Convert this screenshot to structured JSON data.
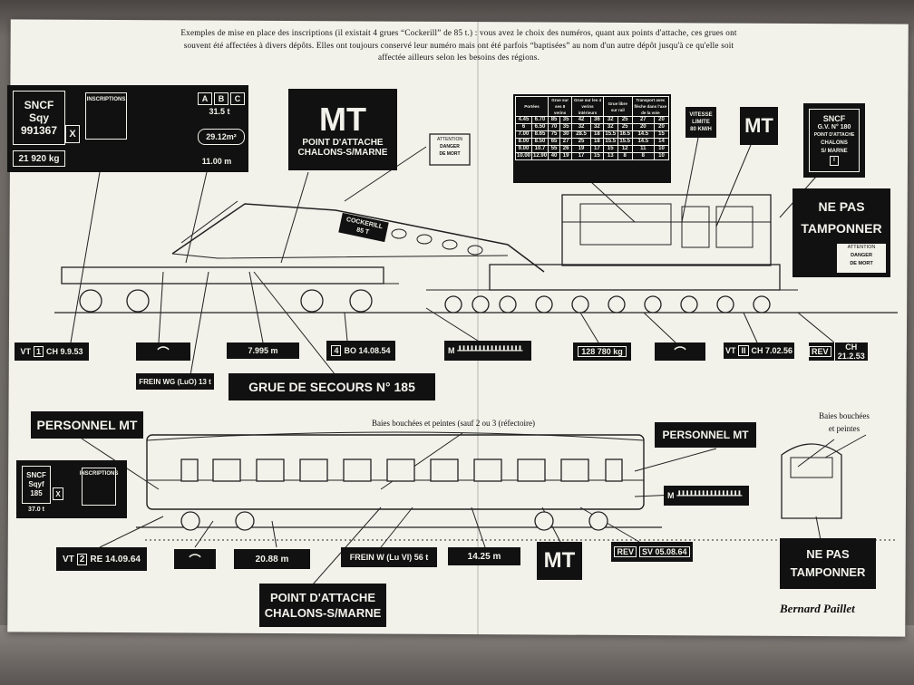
{
  "header": {
    "line1": "Exemples de mise en place des inscriptions (il existait 4 grues “Cockerill” de 85 t.) : vous avez le choix des numéros, quant aux points d'attache, ces grues ont",
    "line2": "souvent été affectées à divers dépôts. Elles ont toujours conservé leur numéro mais ont été parfois “baptisées” au nom d'un autre dépôt jusqu'à ce qu'elle soit",
    "line3": "affectée ailleurs selon les besoins des régions."
  },
  "top_marking": {
    "sncf": "SNCF",
    "type": "Sqy",
    "number": "991367",
    "x": "X",
    "weight": "21 920 kg",
    "inscriptions": "INSCRIPTIONS",
    "abc": [
      "A",
      "B",
      "C"
    ],
    "capacity": "31.5 t",
    "area": "29.12m²",
    "length": "11.00 m"
  },
  "mt_top": {
    "mt": "MT",
    "line1": "POINT D'ATTACHE",
    "line2": "CHALONS-S/MARNE"
  },
  "attention_small": {
    "line1": "ATTENTION",
    "line2": "DANGER",
    "line3": "DE MORT"
  },
  "speed_table": {
    "headers": [
      "Portées",
      "Grue sur ses 8 verins",
      "Grue sur les 4 verins intérieurs",
      "Grue libre sur rail",
      "Transport avec flèche dans l'axe de la voie"
    ],
    "rows": [
      [
        "4.45",
        "6.70",
        "85",
        "35",
        "42",
        "36",
        "32",
        "25",
        "27",
        "20"
      ],
      [
        "6",
        "6.50",
        "70",
        "35",
        "32",
        "32",
        "32",
        "25",
        "20",
        "20"
      ],
      [
        "7.00",
        "8.65",
        "75",
        "30",
        "28.5",
        "18",
        "15.5",
        "16.5",
        "14.5",
        "15"
      ],
      [
        "8.00",
        "8.50",
        "65",
        "27",
        "25",
        "18",
        "15.5",
        "15.5",
        "14.5",
        "14"
      ],
      [
        "9.00",
        "10.7",
        "55",
        "26",
        "19",
        "17",
        "15",
        "12",
        "11",
        "10"
      ],
      [
        "10.00",
        "12.90",
        "40",
        "19",
        "17",
        "15",
        "13",
        "8",
        "8",
        "10"
      ]
    ]
  },
  "vitesse": {
    "line1": "VITESSE",
    "line2": "LIMITE",
    "line3": "80 KM/H"
  },
  "mt_small_top": "MT",
  "sncf_right": {
    "sncf": "SNCF",
    "gv": "G.V. N° 180",
    "attache": "POINT D'ATTACHE",
    "city1": "CHALONS",
    "city2": "S/ MARNE",
    "digit": "I"
  },
  "ne_pas_top": {
    "line1": "NE PAS",
    "line2": "TAMPONNER"
  },
  "attention_right": {
    "line1": "ATTENTION",
    "line2": "DANGER",
    "line3": "DE MORT"
  },
  "crane_label": {
    "line1": "COCKERILL",
    "line2": "85 T"
  },
  "crane_row": {
    "vt": "VT",
    "vt_box": "1",
    "vt_text": "CH 9.9.53",
    "dim": "7.995 m",
    "b0_box": "4",
    "b0_text": "BO 14.08.54",
    "mass": "128 780 kg",
    "vt2": "VT",
    "vt2_box": "II",
    "vt2_text": "CH 7.02.56",
    "rev": "REV",
    "rev_text": "CH 21.2.53",
    "frein": "FREIN WG (LuO) 13 t",
    "m_label": "M"
  },
  "grue_title": "GRUE DE SECOURS N° 185",
  "personnel_left": "PERSONNEL MT",
  "personnel_right": "PERSONNEL MT",
  "baies_center": "Baies bouchées et peintes (sauf 2 ou 3 (réfectoire)",
  "baies_right": {
    "line1": "Baies bouchées",
    "line2": "et peintes"
  },
  "coach_marking": {
    "sncf": "SNCF",
    "type": "Sqyf",
    "number": "185",
    "x": "X",
    "weight": "37.0 t",
    "inscriptions": "INSCRIPTIONS"
  },
  "coach_row": {
    "vt": "VT",
    "vt_box": "2",
    "vt_text": "RE 14.09.64",
    "dim1": "20.88 m",
    "frein": "FREIN W (Lu VI) 56 t",
    "dim2": "14.25 m",
    "mt": "MT",
    "rev": "REV",
    "rev_text": "SV 05.08.64",
    "m_label": "M"
  },
  "point_bottom": {
    "line1": "POINT D'ATTACHE",
    "line2": "CHALONS-S/MARNE"
  },
  "ne_pas_bottom": {
    "line1": "NE PAS",
    "line2": "TAMPONNER"
  },
  "signature": "Bernard Paillet",
  "colors": {
    "ink": "#111111",
    "paper": "#f2f1ea",
    "background": "#6f6a66"
  }
}
